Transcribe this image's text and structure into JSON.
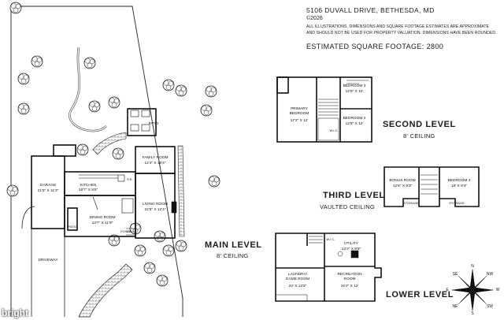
{
  "header": {
    "address": "5106 DUVALL DRIVE, BETHESDA, MD",
    "copyright": "©2026",
    "disclaimer_line1": "ALL ILLUSTRATIONS, DIMENSIONS AND SQUARE FOOTAGE ESTIMATES ARE APPROXIMATE",
    "disclaimer_line2": "AND SHOULD NOT BE USED FOR PROPERTY VALUATION. DIMENSIONS HAVE BEEN ROUNDED.",
    "square_footage": "ESTIMATED SQUARE FOOTAGE: 2800"
  },
  "levels": {
    "second": {
      "title": "SECOND LEVEL",
      "subtitle": "8' CEILING"
    },
    "third": {
      "title": "THIRD LEVEL",
      "subtitle": "VAULTED CEILING"
    },
    "main": {
      "title": "MAIN LEVEL",
      "subtitle": "8' CEILING"
    },
    "lower": {
      "title": "LOWER LEVEL",
      "subtitle": ""
    }
  },
  "rooms": {
    "primary_bedroom": {
      "name": "PRIMARY\nBEDROOM",
      "dims": "17'2\" X 12'"
    },
    "bedroom3": {
      "name": "BEDROOM 3",
      "dims": "12'6\" X 10'"
    },
    "bedroom2": {
      "name": "BEDROOM 2",
      "dims": "12'6\" X 12'"
    },
    "wic_second": {
      "name": "W.I.C."
    },
    "bonus_room": {
      "name": "BONUS ROOM",
      "dims": "12'8\" X 9'3\""
    },
    "bedroom4": {
      "name": "BEDROOM 4",
      "dims": "16' X 9'3\""
    },
    "storage_a": {
      "name": "STORAGE"
    },
    "storage_b": {
      "name": "STORAGE"
    },
    "garage": {
      "name": "GARAGE",
      "dims": "21'5\" X 11'3\""
    },
    "patio_top": {
      "name": "PATIO"
    },
    "family_room": {
      "name": "FAMILY ROOM",
      "dims": "12'4\" X 10'4\""
    },
    "kitchen": {
      "name": "KITCHEN",
      "dims": "18'7\" X 8'6\""
    },
    "dining_room": {
      "name": "DINING ROOM",
      "dims": "13'7\" X 11'9\""
    },
    "living_room": {
      "name": "LIVING ROOM",
      "dims": "22'5\" X 12'4\""
    },
    "foyer": {
      "name": "FOYER"
    },
    "patio_left": {
      "name": "PATIO"
    },
    "pr": {
      "name": "P.R."
    },
    "driveway": {
      "name": "DRIVEWAY"
    },
    "laundry": {
      "name": "LAUNDRY/\nGAME ROOM",
      "dims": "22' X 12'2\""
    },
    "utility": {
      "name": "UTILITY",
      "dims": "12'3\" X 9'8\""
    },
    "recreation": {
      "name": "RECREATION\nROOM",
      "dims": "16'2\" X 12'"
    },
    "wic_lower": {
      "name": "W.I.C."
    }
  },
  "compass": {
    "n": "N",
    "ne": "NE",
    "e": "E",
    "se": "SE",
    "s": "S",
    "sw": "SW",
    "w": "W",
    "nw": "NW"
  },
  "watermark": "bright"
}
